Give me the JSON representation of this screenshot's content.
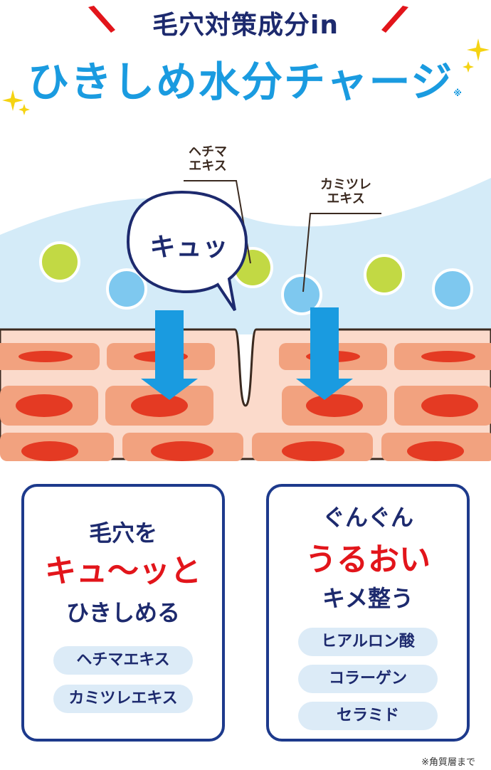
{
  "header": {
    "line1": "毛穴対策成分in",
    "line2": "ひきしめ水分チャージ",
    "line2_note": "※"
  },
  "diagram": {
    "bubble": "キュッ",
    "callout_left": [
      "ヘチマ",
      "エキス"
    ],
    "callout_right": [
      "カミツレ",
      "エキス"
    ],
    "colors": {
      "water": "#d4ebf8",
      "skin_outer": "#f2a27f",
      "skin_inner": "#fbdacb",
      "cell": "#e43a23",
      "arrow": "#1a9be0",
      "green_drop": "#c2d944",
      "blue_drop": "#7ec8ef"
    }
  },
  "card_left": {
    "line1": "毛穴を",
    "line2": "キュ〜ッと",
    "line3": "ひきしめる",
    "tags": [
      "ヘチマエキス",
      "カミツレエキス"
    ]
  },
  "card_right": {
    "line1": "ぐんぐん",
    "line2": "うるおい",
    "line3": "キメ整う",
    "tags": [
      "ヒアルロン酸",
      "コラーゲン",
      "セラミド"
    ]
  },
  "footnote": "※角質層まで"
}
